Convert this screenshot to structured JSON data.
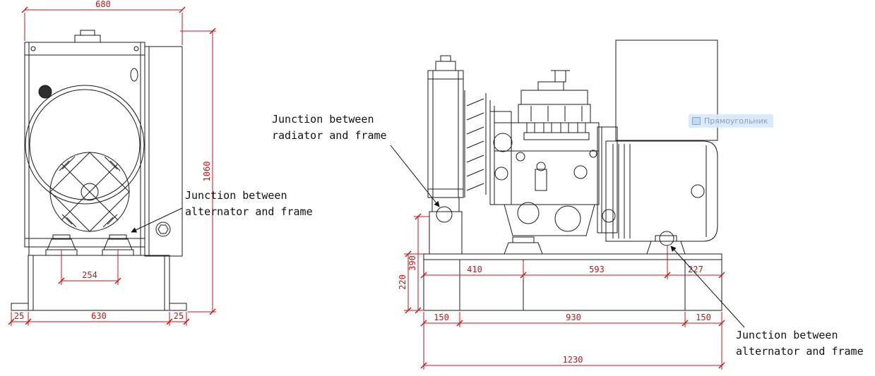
{
  "colors": {
    "line": "#1a1a1a",
    "dimension": "#c81414",
    "tooltip_bg": "#d6e9fb",
    "tooltip_text": "#939da9"
  },
  "front_view": {
    "dims": {
      "width_top": "680",
      "overall_height": "1060",
      "foot_spacing": "254",
      "base_margin_left": "25",
      "base_width": "630",
      "base_margin_right": "25"
    }
  },
  "side_view": {
    "dims": {
      "frame_height": "390",
      "base_height": "220",
      "seg_radiator": "410",
      "seg_engine": "593",
      "seg_alternator": "227",
      "end_left": "150",
      "bolt_span": "930",
      "end_right": "150",
      "overall_length": "1230"
    }
  },
  "annotations": {
    "radiator_frame": {
      "line1": "Junction between",
      "line2": "radiator and frame"
    },
    "alternator_frame_front": {
      "line1": "Junction between",
      "line2": "alternator and frame"
    },
    "alternator_frame_side": {
      "line1": "Junction between",
      "line2": "alternator and frame"
    }
  },
  "tooltip": {
    "label": "Прямоугольник"
  }
}
